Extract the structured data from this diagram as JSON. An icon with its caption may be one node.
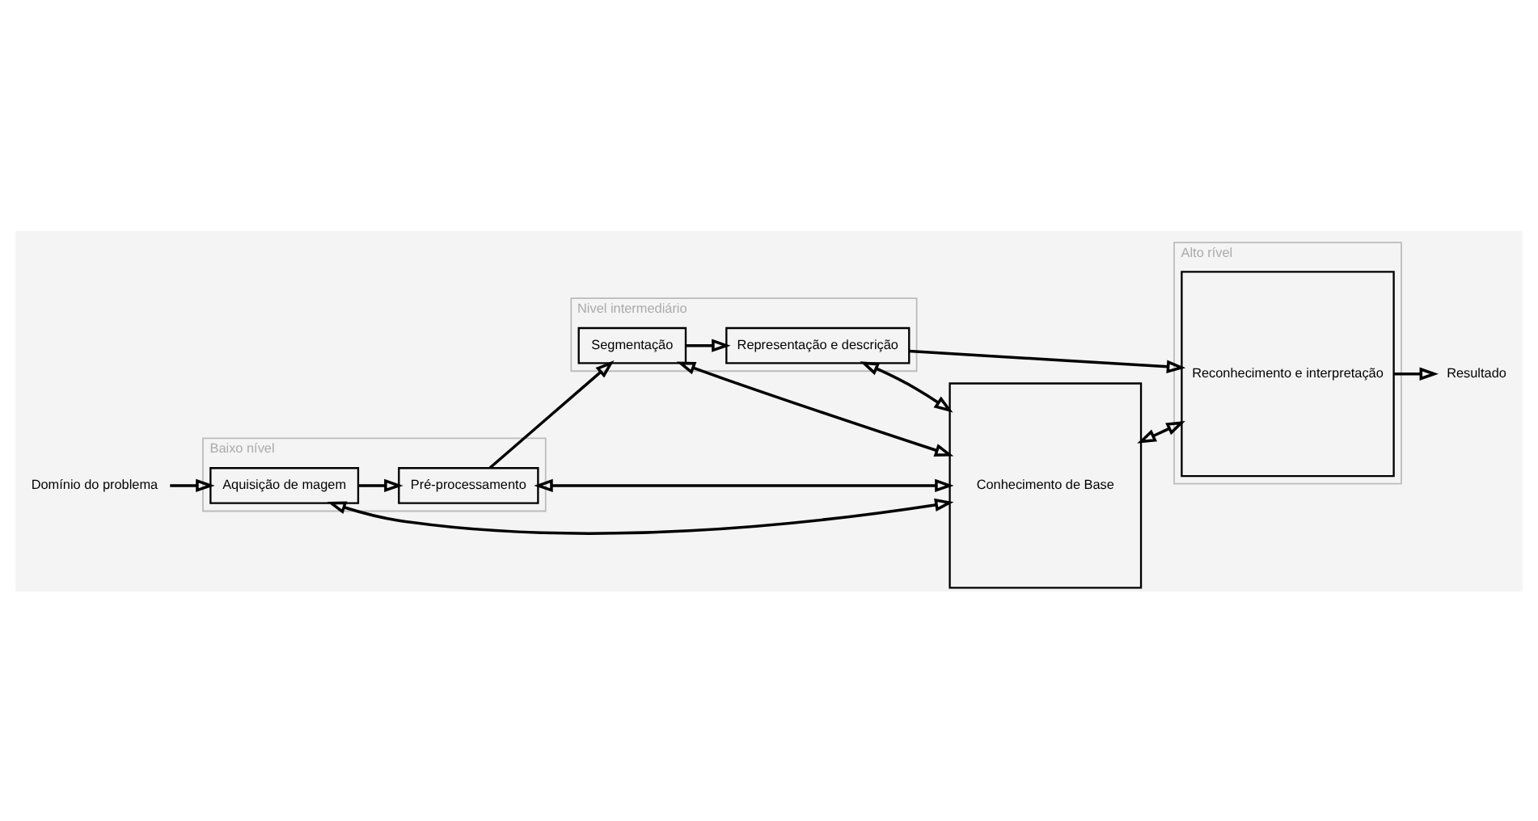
{
  "diagram": {
    "nodes": [
      {
        "text": [
          "Baixo nível"
        ]
      },
      {
        "text": [
          "Pré-processamento"
        ],
        "in": 0
      },
      {
        "text": [
          "Aquisição de magem"
        ],
        "in": 0
      },
      {
        "text": [
          "Nivel intermediário"
        ]
      },
      {
        "text": [
          "Segmentação"
        ],
        "in": 3
      },
      {
        "text": [
          "Representação e descrição"
        ],
        "in": 3
      },
      {
        "text": [
          "Alto rível"
        ]
      },
      {
        "text": [
          "Reconhecimento e interpretação"
        ],
        "in": 6
      },
      {
        "text": [
          "Conhecimento de Base"
        ]
      },
      {
        "text": [
          "Domínio do problema"
        ]
      },
      {
        "text": [
          "Resultado"
        ]
      }
    ],
    "edges": [
      {
        "from": 9,
        "to": 2,
        "arrow": "to"
      },
      {
        "from": 2,
        "to": 1,
        "arrow": "to"
      },
      {
        "from": 1,
        "to": 4,
        "arrow": "to"
      },
      {
        "from": 4,
        "to": 5,
        "arrow": "to"
      },
      {
        "from": 5,
        "to": 7,
        "arrow": "to"
      },
      {
        "from": 7,
        "to": 10,
        "arrow": "to"
      },
      {
        "from": 1,
        "to": 8,
        "arrow": "both"
      },
      {
        "from": 2,
        "to": 8,
        "arrow": "both"
      },
      {
        "from": 4,
        "to": 8,
        "arrow": "both"
      },
      {
        "from": 5,
        "to": 8,
        "arrow": "both"
      },
      {
        "from": 8,
        "to": 7,
        "arrow": "both"
      }
    ]
  }
}
